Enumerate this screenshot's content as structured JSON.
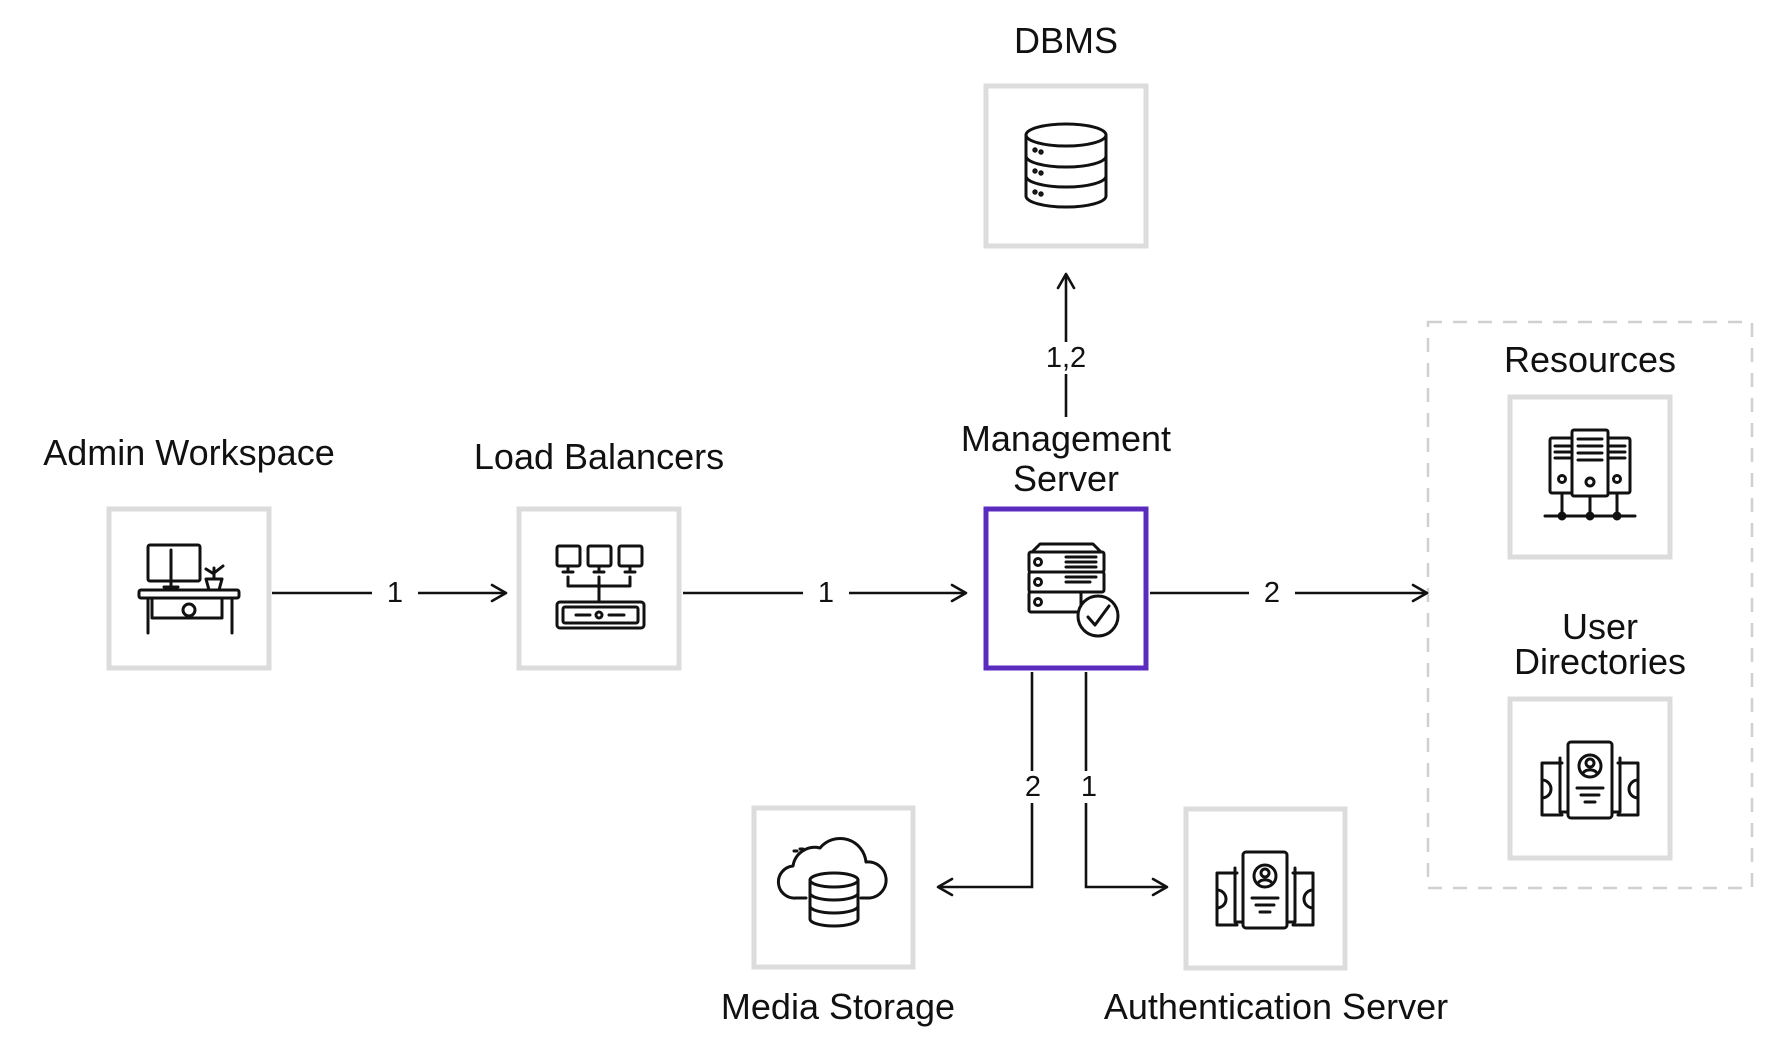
{
  "colors": {
    "box_border": "#dcdcdc",
    "highlight_border": "#5b2bc0",
    "line": "#111111",
    "dashed_group": "#d0d0d0"
  },
  "nodes": {
    "admin_workspace": {
      "label": "Admin Workspace",
      "icon": "desk-computer-icon"
    },
    "load_balancers": {
      "label": "Load Balancers",
      "icon": "network-switch-icon"
    },
    "management_server": {
      "label": "Management Server",
      "icon": "server-check-icon"
    },
    "dbms": {
      "label": "DBMS",
      "icon": "database-icon"
    },
    "resources": {
      "label": "Resources",
      "icon": "server-rack-icon"
    },
    "user_directories": {
      "label": "User Directories",
      "icon": "user-cards-icon"
    },
    "media_storage": {
      "label": "Media Storage",
      "icon": "cloud-database-icon"
    },
    "authentication_server": {
      "label": "Authentication Server",
      "icon": "user-cards-icon"
    }
  },
  "edges": {
    "admin_to_lb": "1",
    "lb_to_mgmt": "1",
    "mgmt_to_dbms": "1,2",
    "mgmt_to_resources": "2",
    "mgmt_to_media": "2",
    "mgmt_to_auth": "1"
  }
}
